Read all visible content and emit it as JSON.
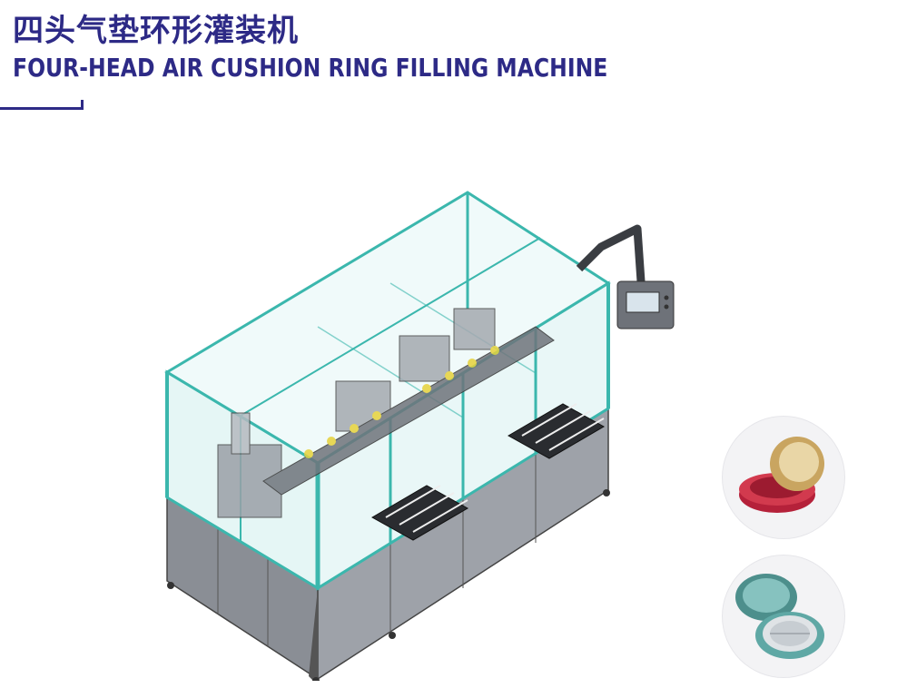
{
  "header": {
    "title_cn": "四头气垫环形灌装机",
    "title_en": "FOUR-HEAD AIR CUSHION RING FILLING MACHINE"
  },
  "colors": {
    "brand": "#2d2a86",
    "frame": "#3bb7ad",
    "glass": "#cfeeed",
    "cabinet": "#7f838a",
    "product_red": "#b5213a",
    "product_gold": "#c9a560",
    "product_teal": "#5fa8a5"
  },
  "icons": {
    "machine": "machine-illustration",
    "product_1": "red-gold-cushion-compact",
    "product_2": "teal-cushion-compact"
  }
}
